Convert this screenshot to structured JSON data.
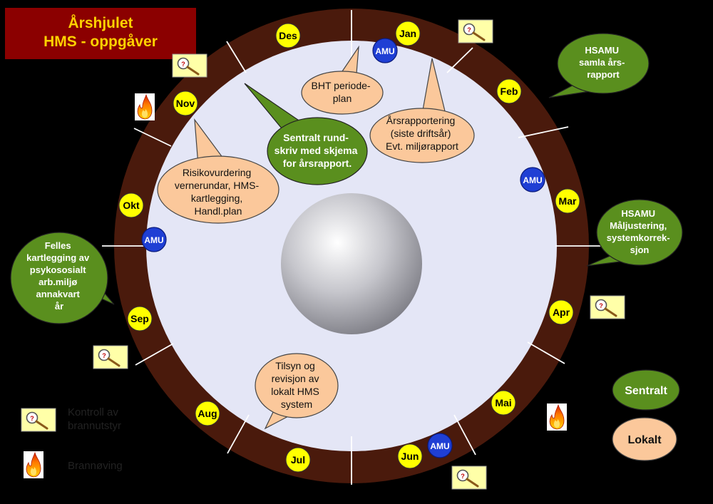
{
  "title": {
    "line1": "Årshjulet",
    "line2": "HMS - oppgåver"
  },
  "months": [
    "Jan",
    "Feb",
    "Mar",
    "Apr",
    "Mai",
    "Jun",
    "Jul",
    "Aug",
    "Sep",
    "Okt",
    "Nov",
    "Des"
  ],
  "amu_label": "AMU",
  "callouts": {
    "bht": [
      "BHT periode-",
      "plan"
    ],
    "arsrapport": [
      "Årsrapportering",
      "(siste driftsår)",
      "Evt. miljørapport"
    ],
    "sentralt_rundskriv": [
      "Sentralt rund-",
      "skriv med skjema",
      "for årsrapport."
    ],
    "risiko": [
      "Risikovurdering",
      "vernerundar, HMS-",
      "kartlegging,",
      "Handl.plan"
    ],
    "tilsyn": [
      "Tilsyn og",
      "revisjon av",
      "lokalt HMS",
      "system"
    ],
    "hsamu_feb": [
      "HSAMU",
      "samla års-",
      "rapport"
    ],
    "hsamu_mar": [
      "HSAMU",
      "Måljustering,",
      "systemkorrek-",
      "sjon"
    ],
    "felles": [
      "Felles",
      "kartlegging av",
      "psykososialt",
      "arb.miljø",
      "annakvart",
      "år"
    ]
  },
  "legend": {
    "kontroll": "Kontroll av brannutstyr",
    "kontroll_line1": "Kontroll av",
    "kontroll_line2": "brannutstyr",
    "brannoving": "Brannøving",
    "sentralt": "Sentralt",
    "lokalt": "Lokalt"
  },
  "colors": {
    "background": "#000000",
    "title_box": "#8b0000",
    "title_text": "#ffd200",
    "ring": "#4a1a0c",
    "inner_disk": "#e4e6f6",
    "month_circle": "#ffff00",
    "amu_circle": "#1f3fd4",
    "sentralt": "#5a8f1e",
    "lokalt": "#fbc89b"
  }
}
